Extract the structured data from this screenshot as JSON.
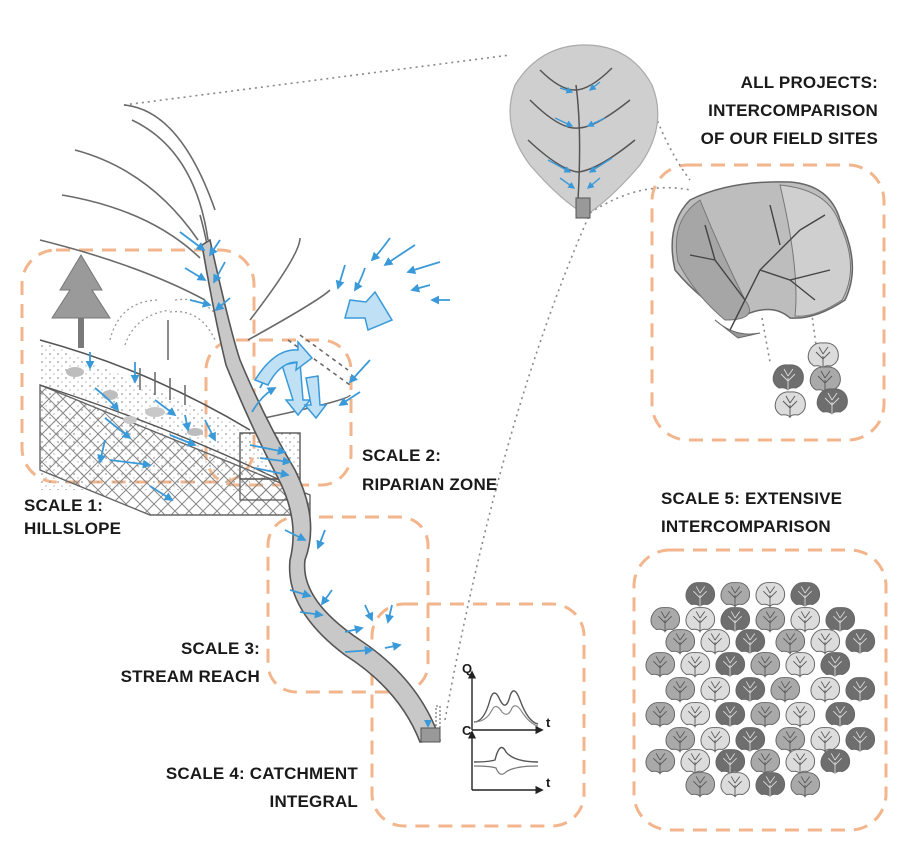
{
  "labels": {
    "scale1_line1": "SCALE 1:",
    "scale1_line2": "HILLSLOPE",
    "scale2_line1": "SCALE 2:",
    "scale2_line2": "RIPARIAN ZONE",
    "scale3_line1": "SCALE 3:",
    "scale3_line2": "STREAM REACH",
    "scale4_line1": "SCALE 4: CATCHMENT",
    "scale4_line2": "INTEGRAL",
    "scale5_line1": "SCALE 5: EXTENSIVE",
    "scale5_line2": "INTERCOMPARISON",
    "all_line1": "ALL PROJECTS:",
    "all_line2": "INTERCOMPARISON",
    "all_line3": "OF OUR FIELD SITES"
  },
  "plots": {
    "q_axis": "Q",
    "c_axis": "C",
    "t_axis_top": "t",
    "t_axis_bottom": "t"
  },
  "colors": {
    "dash_box": "#f2b58c",
    "water": "#3a9ad9",
    "stream_fill": "#c8c8c8",
    "outline": "#5a5a5a",
    "leaf_dark": "#6e6e6e",
    "leaf_mid": "#a9a9a9",
    "leaf_light": "#dcdcdc"
  }
}
